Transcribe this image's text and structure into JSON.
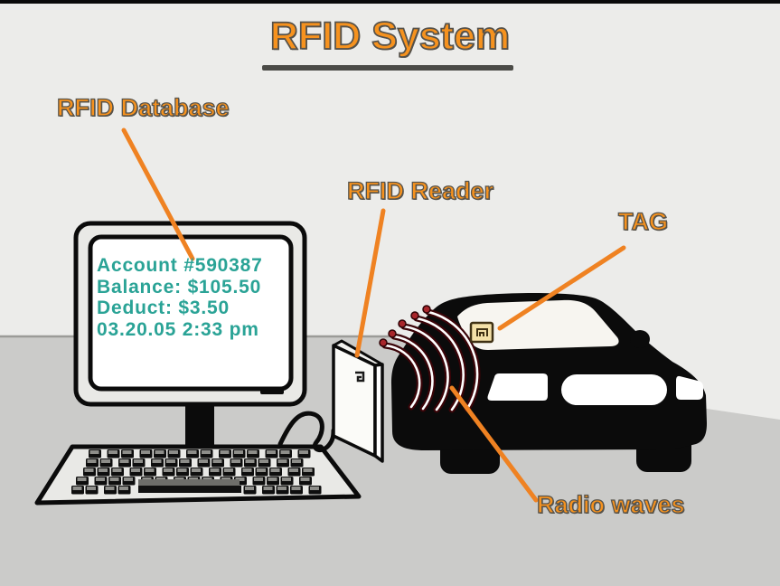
{
  "slide": {
    "title": "RFID System"
  },
  "labels": {
    "database": "RFID Database",
    "reader": "RFID Reader",
    "tag": "TAG",
    "radio_waves": "Radio waves"
  },
  "monitor_display": {
    "line1": "Account #590387",
    "line2": "Balance: $105.50",
    "line3": "Deduct: $3.50",
    "line4": "03.20.05 2:33 pm"
  },
  "colors": {
    "label_orange": "#f6921e",
    "label_outline": "#57534b",
    "screen_text_teal": "#2aa396",
    "wall": "#ececea",
    "floor": "#cbcbc9",
    "car_black": "#0b0b0b",
    "wave_dark_red": "#3a0408",
    "wave_dot_red": "#a8262b",
    "tag_fill": "#f4e1a8",
    "device_body": "#e9e9e6"
  }
}
